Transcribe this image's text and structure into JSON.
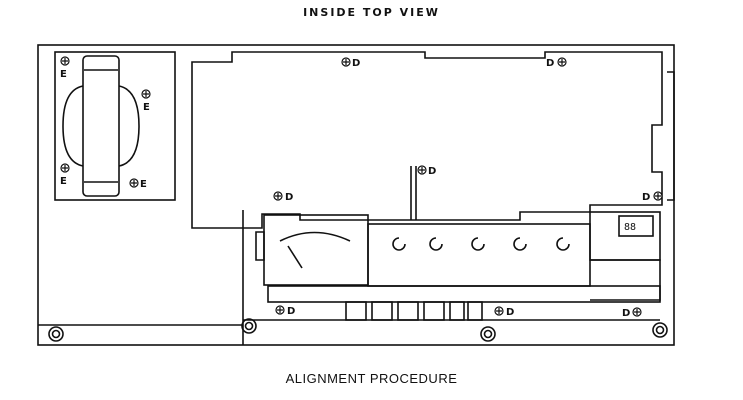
{
  "diagram": {
    "heading": "INSIDE TOP VIEW",
    "caption": "ALIGNMENT PROCEDURE",
    "point_e": "E",
    "point_d": "D",
    "display_readout": "88"
  }
}
